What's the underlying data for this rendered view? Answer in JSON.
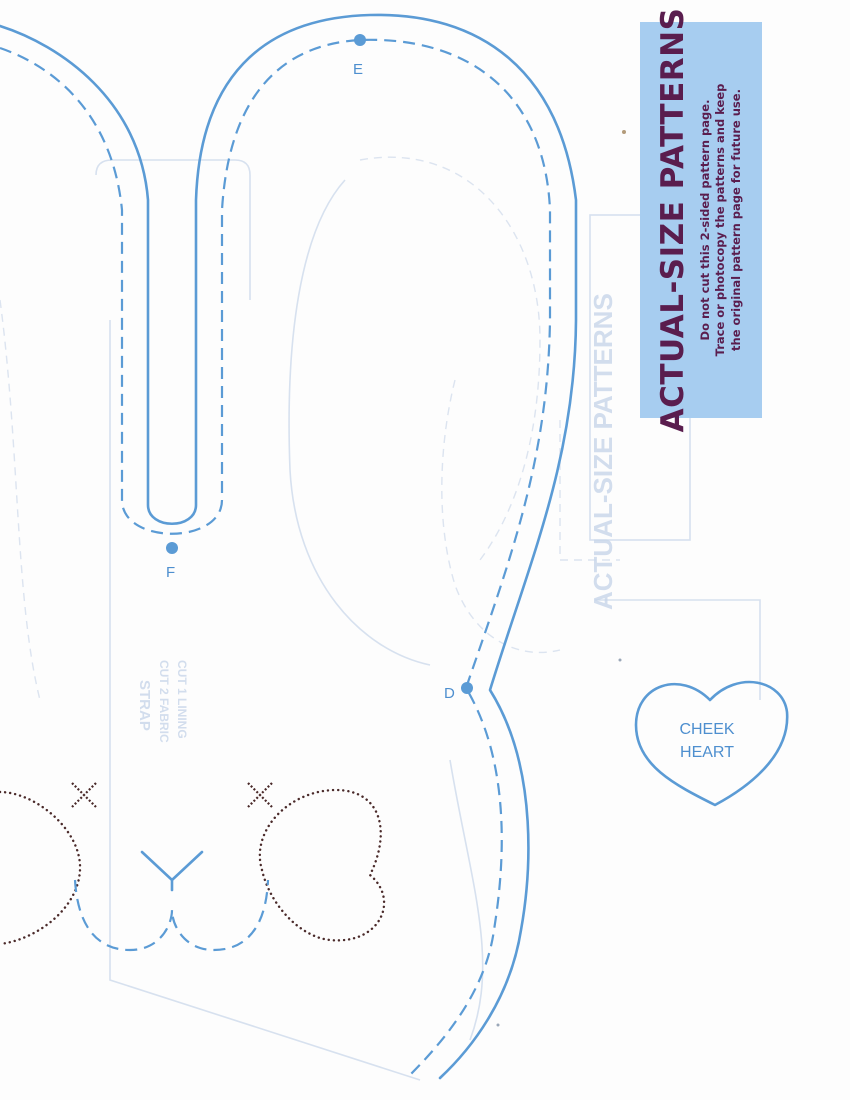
{
  "banner": {
    "title": "ACTUAL-SIZE PATTERNS",
    "notes": [
      "Do not cut this 2-sided pattern page.",
      "Trace or photocopy the patterns and keep",
      "the original pattern page for future use."
    ]
  },
  "points": {
    "e": "E",
    "f": "F",
    "d": "D"
  },
  "cheek_heart": {
    "line1": "CHEEK",
    "line2": "HEART"
  },
  "bleed_through": {
    "label1": "STRAP",
    "label2": "CUT 2 FABRIC",
    "label3": "CUT 1 LINING",
    "title": "ACTUAL-SIZE PATTERNS"
  },
  "colors": {
    "pattern_line": "#5b9bd5",
    "stitch_line": "#4a2a2a",
    "banner_bg": "#a7cdf0",
    "banner_text": "#5a1d4e"
  }
}
